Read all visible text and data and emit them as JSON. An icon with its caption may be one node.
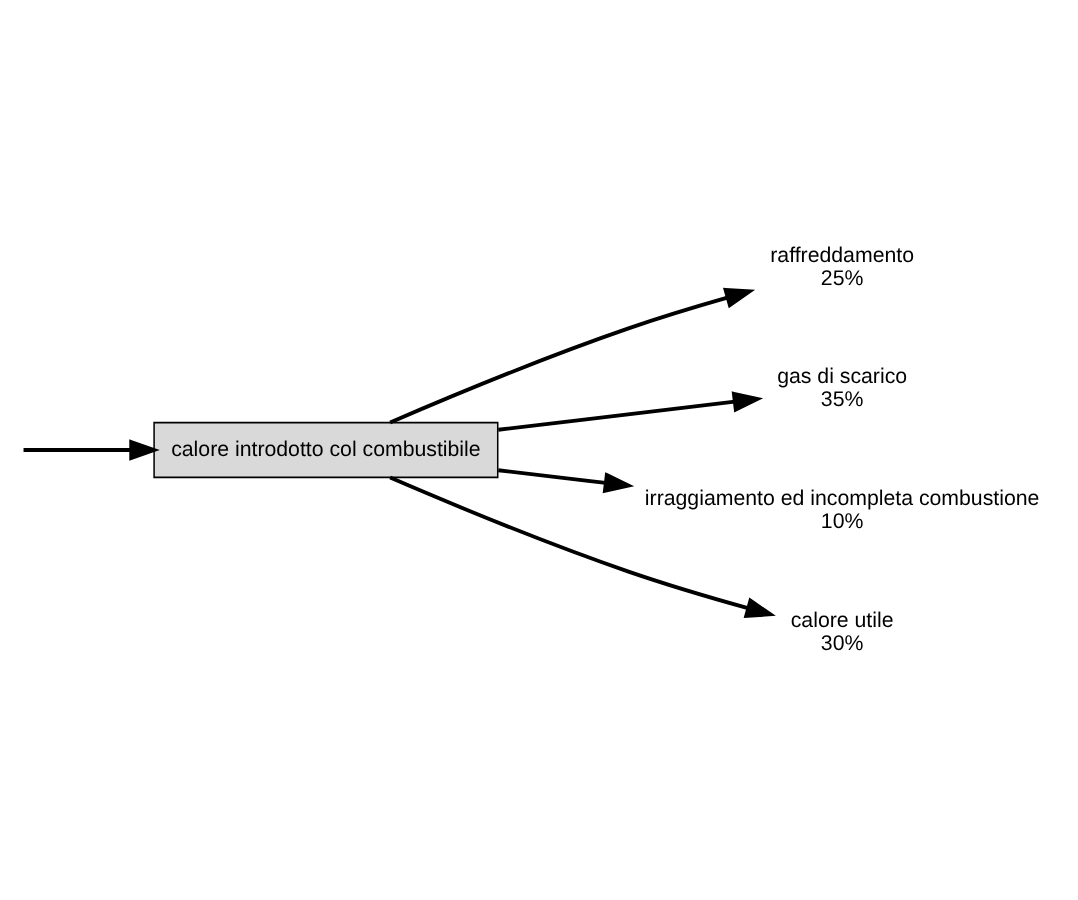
{
  "diagram": {
    "nodes": [
      {
        "text": [
          "calore introdotto col combustibile"
        ]
      },
      {
        "text": [
          "raffreddamento",
          "25%"
        ]
      },
      {
        "text": [
          "gas di scarico",
          "35%"
        ]
      },
      {
        "text": [
          "irraggiamento ed incompleta combustione",
          "10%"
        ]
      },
      {
        "text": [
          "calore utile",
          "30%"
        ]
      }
    ],
    "edges": [
      {
        "from": null,
        "to": 0,
        "arrow": "to"
      },
      {
        "from": 0,
        "to": 1,
        "arrow": "to"
      },
      {
        "from": 0,
        "to": 2,
        "arrow": "to"
      },
      {
        "from": 0,
        "to": 3,
        "arrow": "to"
      },
      {
        "from": 0,
        "to": 4,
        "arrow": "to"
      }
    ]
  }
}
